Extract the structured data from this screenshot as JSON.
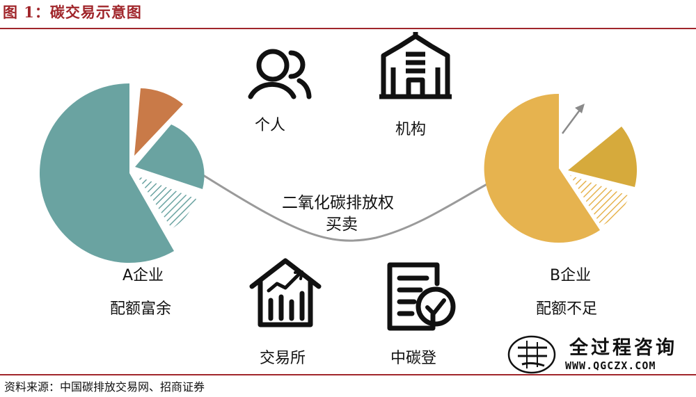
{
  "figure_title": "图 1：碳交易示意图",
  "actors": {
    "individual": "个人",
    "institution": "机构",
    "exchange": "交易所",
    "registry": "中碳登"
  },
  "center_label": {
    "line1": "二氧化碳排放权",
    "line2": "买卖"
  },
  "enterprise_a": {
    "name": "A企业",
    "status": "配额富余"
  },
  "enterprise_b": {
    "name": "B企业",
    "status": "配额不足"
  },
  "source": "资料来源：中国碳排放交易网、招商证券",
  "watermark": {
    "text": "全过程咨询",
    "url": "WWW.QGCZX.COM"
  },
  "colors": {
    "brand_red": "#a0252a",
    "teal": "#6aa3a1",
    "orange": "#c97a48",
    "gold": "#e6b34f",
    "dark_gold": "#d6aa3c",
    "curve": "#9a9a9a"
  }
}
